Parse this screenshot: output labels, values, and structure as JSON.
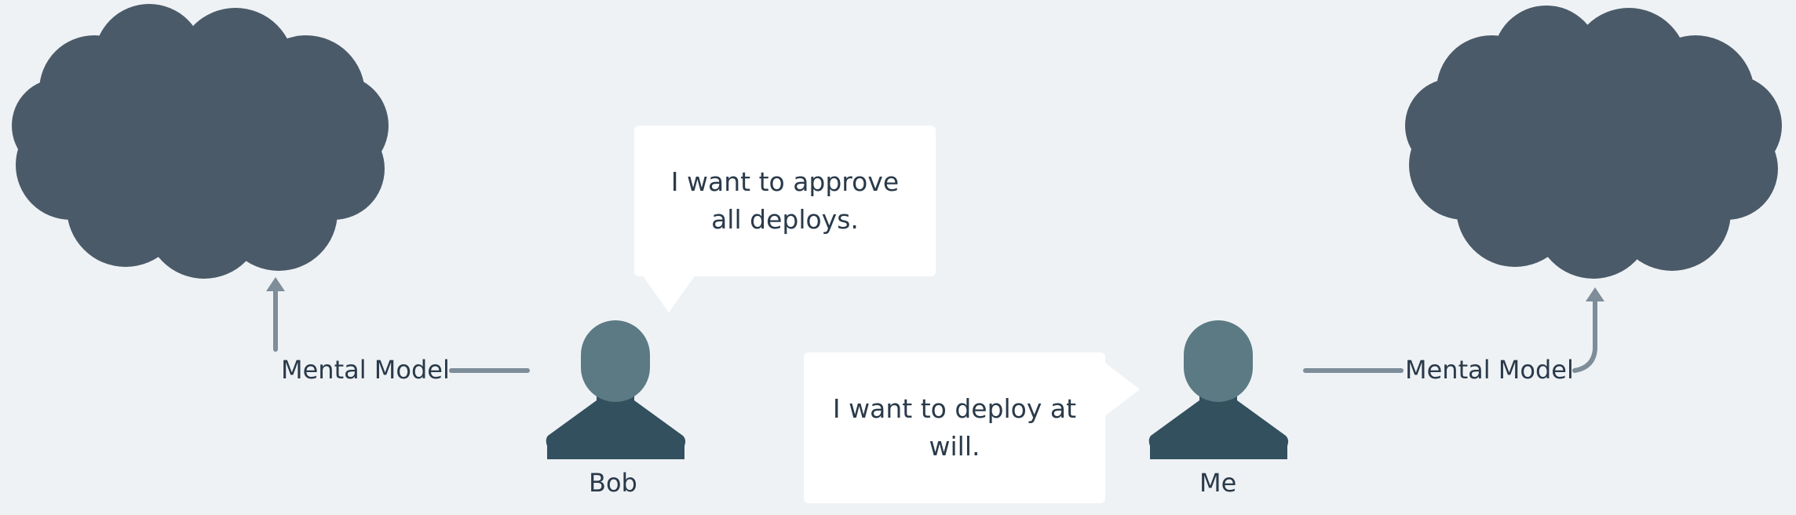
{
  "diagram": {
    "left_label": "Mental Model",
    "right_label": "Mental Model",
    "persons": [
      {
        "name": "Bob"
      },
      {
        "name": "Me"
      }
    ],
    "bubbles": [
      {
        "text": "I want to approve all deploys."
      },
      {
        "text": "I want to deploy at will."
      }
    ]
  },
  "colors": {
    "background": "#eff2f5",
    "cloud": "#4a5a68",
    "person_head": "#5b7a84",
    "person_body": "#33505f",
    "connector": "#7d8d99",
    "bubble": "#ffffff",
    "text": "#2a3a4a"
  },
  "icons": [
    "cloud-icon",
    "person-icon",
    "arrow-up-icon"
  ]
}
